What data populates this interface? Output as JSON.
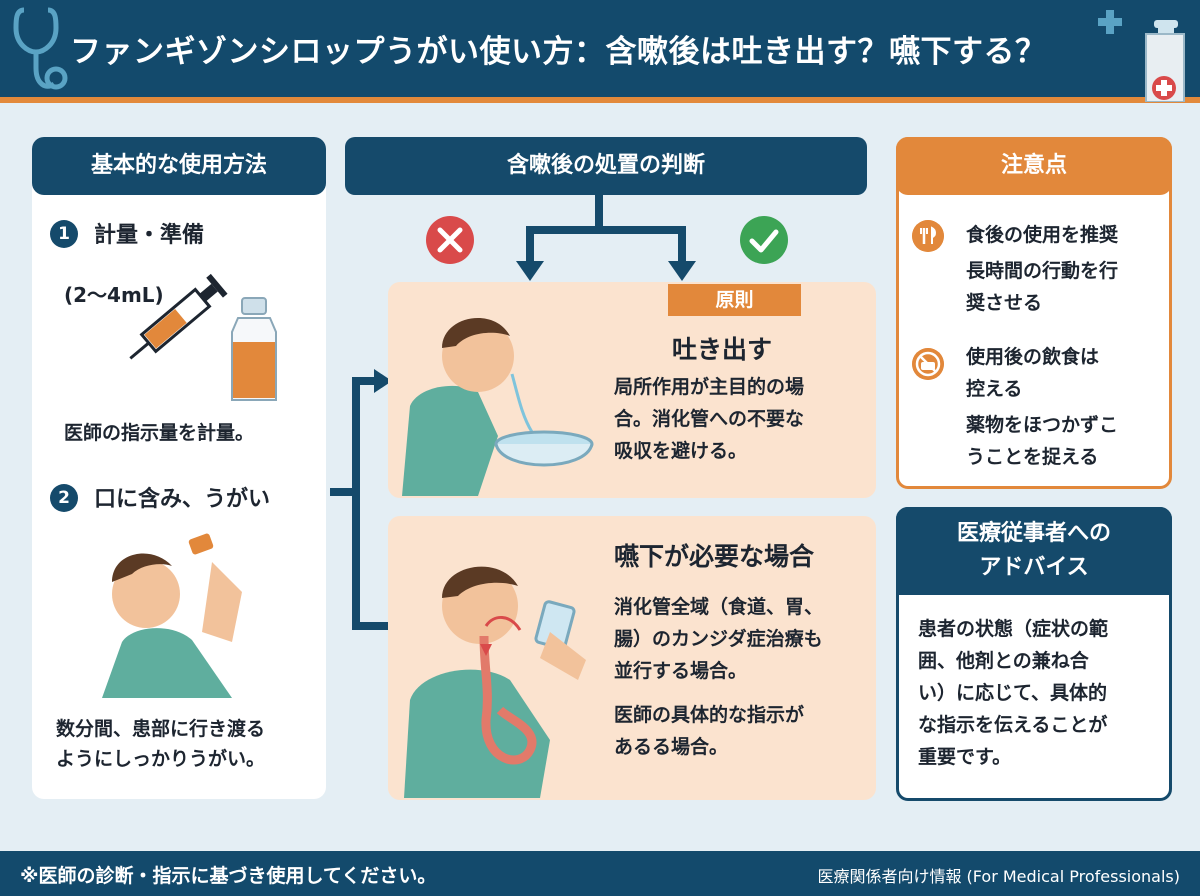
{
  "header": {
    "title": "ファンギゾンシロップうがい使い方：含嗽後は吐き出す？嚥下する？"
  },
  "left": {
    "title": "基本的な使用方法",
    "step1": {
      "number": "1",
      "label": "計量・準備",
      "dose": "(2〜4mL)",
      "text": "医師の指示量を計量。"
    },
    "step2": {
      "number": "2",
      "label": "口に含み、うがい",
      "text_line1": "数分間、患部に行き渡る",
      "text_line2": "ようにしっかりうがい。"
    }
  },
  "middle": {
    "title": "含嗽後の処置の判断",
    "badge": "原則",
    "spit": {
      "heading": "吐き出す",
      "line1": "局所作用が主目的の場",
      "line2": "合。消化管への不要な",
      "line3": "吸収を避ける。"
    },
    "swallow": {
      "heading": "嚥下が必要な場合",
      "line1": "消化管全域（食道、胃、",
      "line2": "腸）のカンジダ症治療も",
      "line3": "並行する場合。",
      "line4": "医師の具体的な指示が",
      "line5": "あるる場合。"
    }
  },
  "caution": {
    "title": "注意点",
    "item1_line1": "食後の使用を推奨",
    "item1_line2": "長時間の行動を行",
    "item1_line3": "奨させる",
    "item2_line1": "使用後の飲食は",
    "item2_line2": "控える",
    "item2_line3": "薬物をほつかずこ",
    "item2_line4": "うことを捉える"
  },
  "advice": {
    "title_line1": "医療従事者への",
    "title_line2": "アドバイス",
    "line1": "患者の状態（症状の範",
    "line2": "囲、他剤との兼ね合",
    "line3": "い）に応じて、具体的",
    "line4": "な指示を伝えることが",
    "line5": "重要です。"
  },
  "footer": {
    "left": "※医師の診断・指示に基づき使用してください。",
    "right": "医療関係者向け情報 (For Medical Professionals)"
  },
  "colors": {
    "navy": "#134a6c",
    "orange": "#e2883b",
    "peach": "#fbe3cf",
    "background": "#e4eef4",
    "red_x": "#d94a4a",
    "green_check": "#3ca455"
  },
  "icons": {
    "header_left": "stethoscope-icon",
    "header_right": "medicine-bottle-icon",
    "cross": "x-icon",
    "check": "check-icon",
    "caution1": "fork-knife-icon",
    "caution2": "no-food-icon"
  }
}
